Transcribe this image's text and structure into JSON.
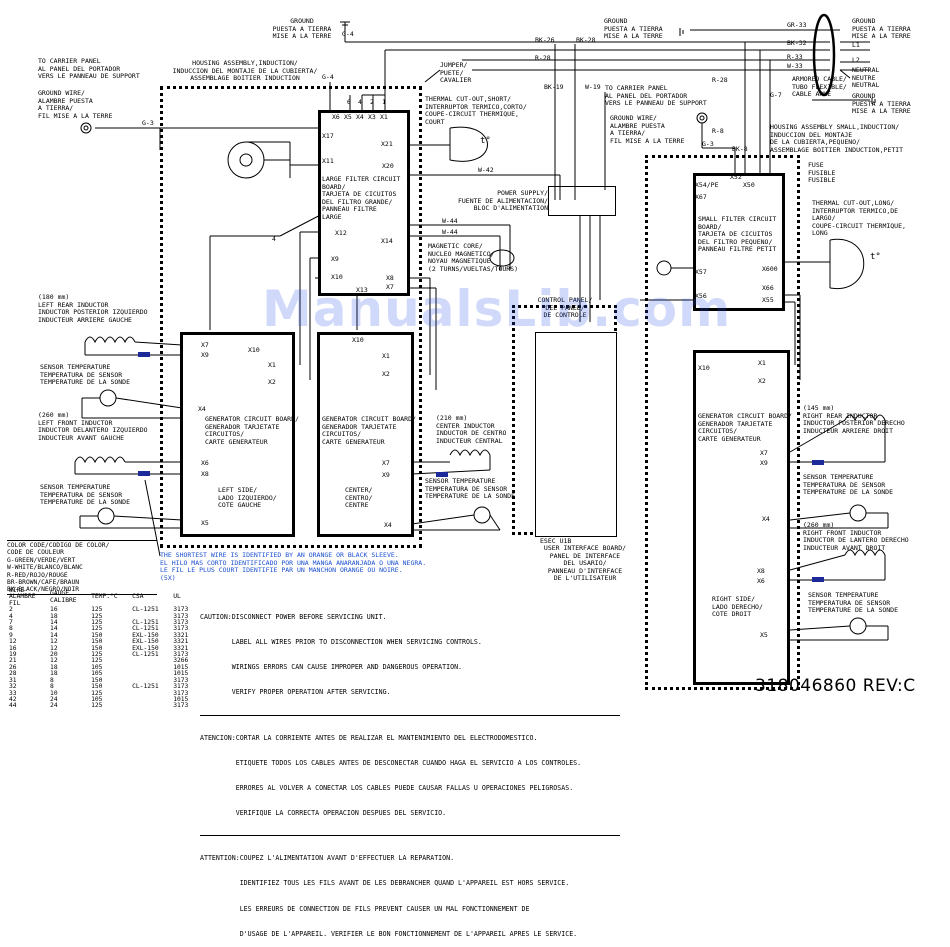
{
  "top": {
    "ground_top": "GROUND\nPUESTA A TIERRA\nMISE A LA TERRE",
    "g4": "G-4",
    "ground_top2": "GROUND\nPUESTA A TIERRA\nMISE A LA TERRE",
    "jumper": "JUMPER/\nPUETE/\nCAVALIER",
    "to_carrier_left": "TO CARRIER PANEL\nAL PANEL DEL PORTADOR\nVERS LE PANNEAU DE SUPPORT",
    "ground_wire_left": "GROUND WIRE/\nALAMBRE PUESTA\nA TIERRA/\nFIL MISE A LA TERRE",
    "g3_left": "G-3",
    "housing_large": "HOUSING ASSEMBLY,INDUCTION/\nINDUCCION DEL MONTAJE DE LA CUBIERTA/\nASSEMBLAGE BOITIER INDUCTION",
    "g4_b": "G-4",
    "r28_top": "R-28",
    "bk26": "BK-26",
    "bk28": "BK-28",
    "bk19": "BK-19",
    "w19": "W-19",
    "thermal_short": "THERMAL CUT-OUT,SHORT/\nINTERRUPTOR TERMICO,CORTO/\nCOUPE-CIRCUIT THERMIQUE,\nCOURT",
    "to_carrier_right": "TO CARRIER PANEL\nAL PANEL DEL PORTADOR\nVERS LE PANNEAU DE SUPPORT",
    "ground_wire_right": "GROUND WIRE/\nALAMBRE PUESTA\nA TIERRA/\nFIL MISE A LA TERRE",
    "r28_b": "R-28",
    "r8": "R-8",
    "g3_right": "G-3",
    "bk8": "BK-8",
    "gr33": "GR-33",
    "bk32": "BK-32",
    "r33": "R-33",
    "w33": "W-33",
    "g7": "G-7",
    "ground_right": "GROUND\nPUESTA A TIERRA\nMISE A LA TERRE",
    "l1": "L1",
    "l2": "L2",
    "neutral": "NEUTRAL\nNEUTRE\nNEUTRAL",
    "ground_right2": "GROUND\nPUESTA A TIERRA\nMISE A LA TERRE",
    "armored": "ARMORED CABLE/\nTUBO FLEXIBLE/\nCABLE ARME",
    "housing_small": "HOUSING ASSEMBLY SMALL,INDUCTION/\nINDUCCION DEL MONTAJE\nDE LA CUBIERTA,PEQUENO/\nASSEMBLAGE BOITIER INDUCTION,PETIT",
    "fuse": "FUSE\nFUSIBLE\nFUSIBLE",
    "thermal_long": "THERMAL CUT-OUT,LONG/\nINTERRUPTOR TERMICO,DE\nLARGO/\nCOUPE-CIRCUIT THERMIQUE,\nLONG"
  },
  "boards": {
    "large_filter": "LARGE FILTER CIRCUIT\nBOARD/\nTARJETA DE CICUITOS\nDEL FILTRO GRANDE/\nPANNEAU FILTRE\nLARGE",
    "small_filter": "SMALL FILTER CIRCUIT\nBOARD/\nTARJETA DE CICUITOS\nDEL FILTRO PEQUENO/\nPANNEAU FILTRE PETIT",
    "power_supply": "POWER SUPPLY/\nFUENTE DE ALIMENTACION/\nBLOC D'ALIMENTATION",
    "magnetic_core": "MAGNETIC CORE/\nNUCLEO MAGNETICO/\nNOYAU MAGNETIQUE\n(2 TURNS/VUELTAS/TOURS)",
    "gen_left": "GENERATOR CIRCUIT BOARD/\nGENERADOR TARJETATE\nCIRCUITOS/\nCARTE GENERATEUR",
    "left_side": "LEFT SIDE/\nLADO IZQUIERDO/\nCOTE GAUCHE",
    "gen_center": "GENERATOR CIRCUIT BOARD/\nGENERADOR TARJETATE\nCIRCUITOS/\nCARTE GENERATEUR",
    "center": "CENTER/\nCENTRO/\nCENTRE",
    "gen_right": "GENERATOR CIRCUIT BOARD/\nGENERADOR TARJETATE\nCIRCUITOS/\nCARTE GENERATEUR",
    "right_side": "RIGHT SIDE/\nLADO DERECHO/\nCOTE DROIT",
    "ui_board": "USER INTERFACE BOARD/\nPANEL DE INTERFACE\nDEL USARIO/\nPANNEAU D'INTERFACE\nDE L'UTILISATEUR",
    "control_panel": "CONTROL PANEL/\nDEL PANEL/\nDE CONTROLE",
    "esec": "ESEC U1B"
  },
  "components": {
    "left_rear": "(180 mm)\nLEFT REAR INDUCTOR\nINDUCTOR POSTERIOR IZQUIERDO\nINDUCTEUR ARRIERE GAUCHE",
    "sensor_1": "SENSOR TEMPERATURE\nTEMPERATURA DE SENSOR\nTEMPERATURE DE LA SONDE",
    "left_front": "(260 mm)\nLEFT FRONT INDUCTOR\nINDUCTOR DELANTERO IZQUIERDO\nINDUCTEUR AVANT GAUCHE",
    "sensor_2": "SENSOR TEMPERATURE\nTEMPERATURA DE SENSOR\nTEMPERATURE DE LA SONDE",
    "center_inductor": "(210 mm)\nCENTER INDUCTOR\nINDUCTOR DE CENTRO\nINDUCTEUR CENTRAL",
    "sensor_center": "SENSOR TEMPERATURE\nTEMPERATURA DE SENSOR\nTEMPERATURE DE LA SONDE",
    "right_rear": "(145 mm)\nRIGHT REAR INDUCTOR\nINDUCTOR POSTERIOR DERECHO\nINDUCTEUR ARRIERE DROIT",
    "sensor_r1": "SENSOR TEMPERATURE\nTEMPERATURA DE SENSOR\nTEMPERATURE DE LA SONDE",
    "right_front": "(260 mm)\nRIGHT FRONT INDUCTOR\nINDUCTOR DE LANTERO DERECHO\nINDUCTEUR AVANT DROIT",
    "sensor_r2": "SENSOR TEMPERATURE\nTEMPERATURA DE SENSOR\nTEMPERATURE DE LA SONDE",
    "w42": "W-42",
    "w44": "W-44",
    "w44_b": "W-44",
    "wire4": "4",
    "t": "t°"
  },
  "note": "THE SHORTEST WIRE IS IDENTIFIED BY AN ORANGE OR BLACK SLEEVE.\nEL HILO MAS CORTO IDENTIFICADO POR UNA MANGA ANARANJADA O UNA NEGRA.\nLE FIL LE PLUS COURT IDENTIFIE PAR UN MANCHON ORANGE OU NOIRE.\n(5X)",
  "color_code": {
    "header": "COLOR CODE/CODIGO DE COLOR/\nCODE DE COULEUR",
    "rows": [
      "G-GREEN/VERDE/VERT",
      "W-WHITE/BLANCO/BLANC",
      "R-RED/ROJO/ROUGE",
      "BR-BROWN/CAFE/BRAUN",
      "BK-BLACK/NEGRO/NOIR"
    ]
  },
  "wire_table": {
    "headers": [
      "WIRE\nALAMBRE\nFIL",
      "GAUGE\nCALIBRE",
      "TEMP.°C",
      "CSA",
      "UL"
    ],
    "rows": [
      [
        "2",
        "16",
        "125",
        "CL-1251",
        "3173"
      ],
      [
        "4",
        "18",
        "125",
        "",
        "3173"
      ],
      [
        "7",
        "14",
        "125",
        "CL-1251",
        "3173"
      ],
      [
        "8",
        "14",
        "125",
        "CL-1251",
        "3173"
      ],
      [
        "9",
        "14",
        "150",
        "EXL-150",
        "3321"
      ],
      [
        "12",
        "12",
        "150",
        "EXL-150",
        "3321"
      ],
      [
        "16",
        "12",
        "150",
        "EXL-150",
        "3321"
      ],
      [
        "19",
        "20",
        "125",
        "CL-1251",
        "3173"
      ],
      [
        "21",
        "12",
        "125",
        "",
        "3266"
      ],
      [
        "26",
        "18",
        "105",
        "",
        "1015"
      ],
      [
        "28",
        "18",
        "105",
        "",
        "1015"
      ],
      [
        "31",
        "8",
        "150",
        "",
        "3173"
      ],
      [
        "32",
        "8",
        "150",
        "CL-1251",
        "3173"
      ],
      [
        "33",
        "10",
        "125",
        "",
        "3173"
      ],
      [
        "42",
        "24",
        "105",
        "",
        "1015"
      ],
      [
        "44",
        "24",
        "125",
        "",
        "3173"
      ]
    ]
  },
  "caution": [
    "CAUTION:DISCONNECT POWER BEFORE SERVICING UNIT.",
    "        LABEL ALL WIRES PRIOR TO DISCONNECTION WHEN SERVICING CONTROLS.",
    "        WIRINGS ERRORS CAN CAUSE IMPROPER AND DANGEROUS OPERATION.",
    "        VERIFY PROPER OPERATION AFTER SERVICING.",
    "ATENCION:CORTAR LA CORRIENTE ANTES DE REALIZAR EL MANTENIMIENTO DEL ELECTRODOMESTICO.",
    "         ETIQUETE TODOS LOS CABLES ANTES DE DESCONECTAR CUANDO HAGA EL SERVICIO A LOS CONTROLES.",
    "         ERRORES AL VOLVER A CONECTAR LOS CABLES PUEDE CAUSAR FALLAS U OPERACIONES PELIGROSAS.",
    "         VERIFIQUE LA CORRECTA OPERACION DESPUES DEL SERVICIO.",
    "ATTENTION:COUPEZ L'ALIMENTATION AVANT D'EFFECTUER LA REPARATION.",
    "          IDENTIFIEZ TOUS LES FILS AVANT DE LES DEBRANCHER QUAND L'APPAREIL EST HORS SERVICE.",
    "          LES ERREURS DE CONNECTION DE FILS PREVENT CAUSER UN MAL FONCTIONNEMENT DE",
    "          D'USAGE DE L'APPAREIL. VERIFIER LE BON FONCTIONNEMENT DE L'APPAREIL APRES LE SERVICE."
  ],
  "ref": "318046860 REV:C",
  "watermark": "ManualsLib.com",
  "pins": {
    "X1": "X1",
    "X2": "X2",
    "X3": "X3",
    "X4": "X4",
    "X5": "X5",
    "X6": "X6",
    "X7": "X7",
    "X8": "X8",
    "X9": "X9",
    "X10": "X10",
    "X11": "X11",
    "X12": "X12",
    "X13": "X13",
    "X14": "X14",
    "X17": "X17",
    "X20": "X20",
    "X21": "X21",
    "X50": "X50",
    "X52": "X52",
    "X54PE": "X54/PE",
    "X55": "X55",
    "X56": "X56",
    "X57": "X57",
    "X66": "X66",
    "X67": "X67",
    "X600": "X600",
    "top1": "6",
    "top2": "4",
    "top3": "2",
    "top4": "1"
  }
}
